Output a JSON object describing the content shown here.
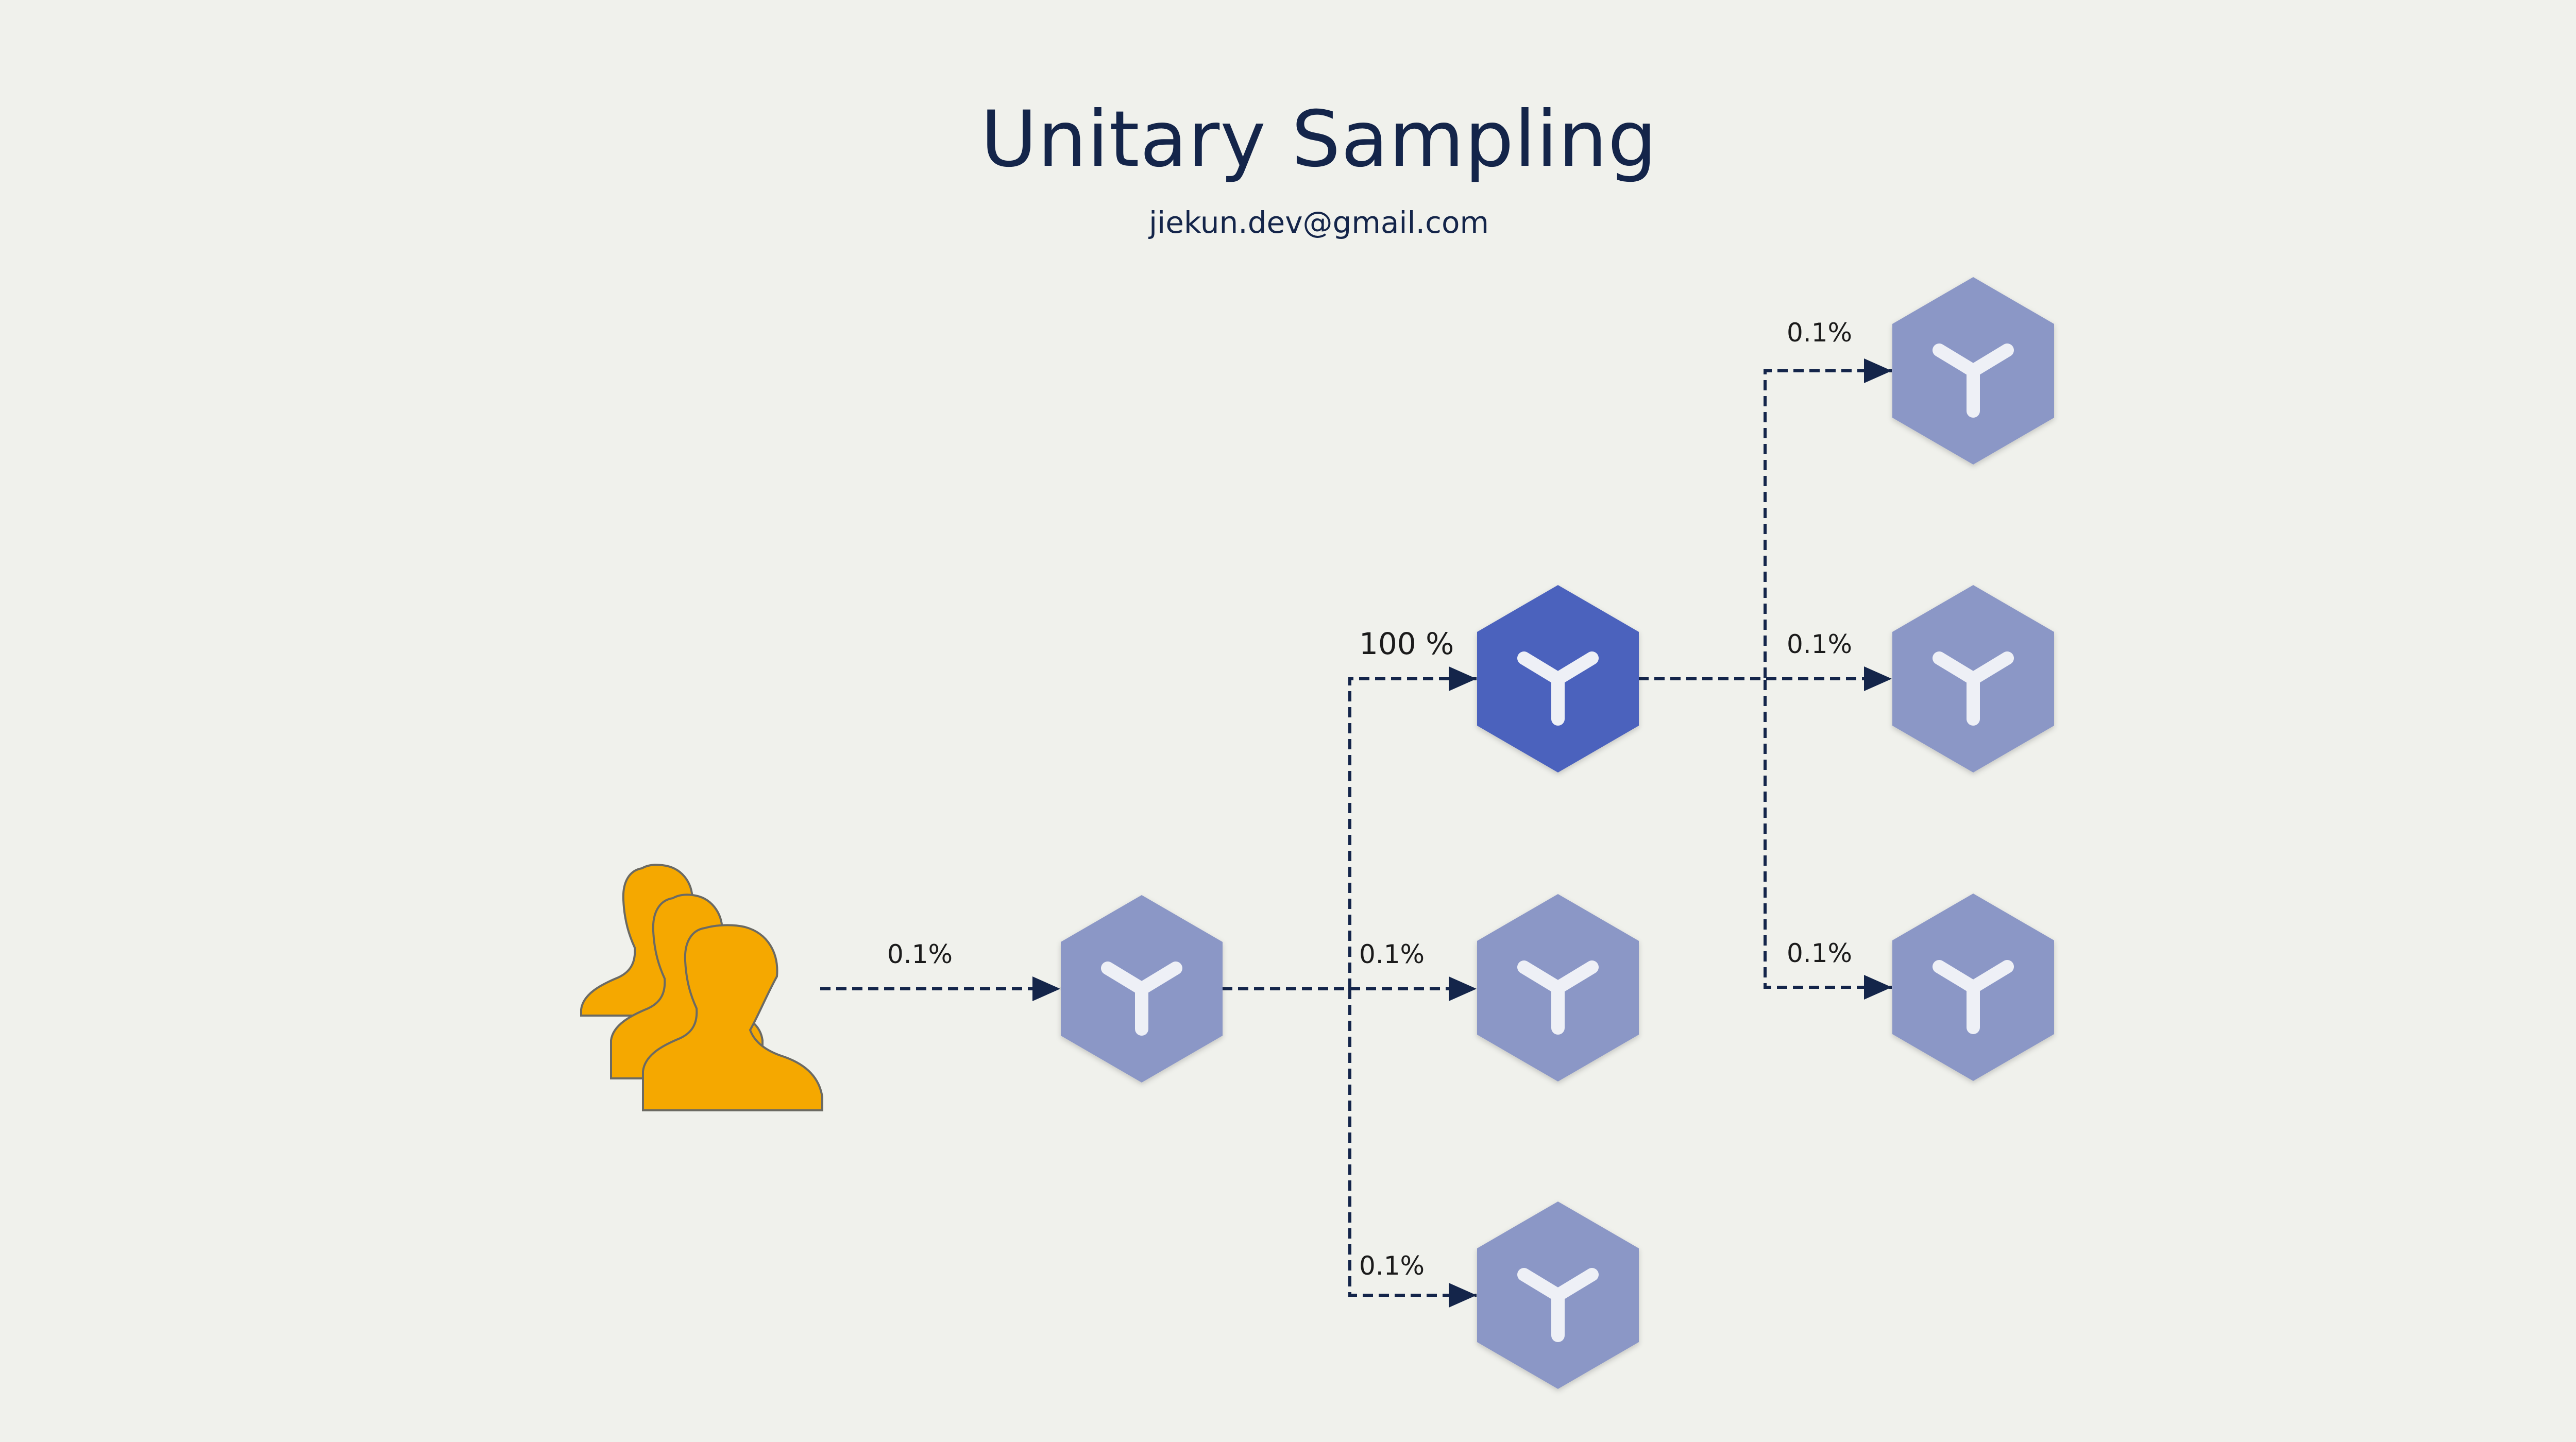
{
  "header": {
    "title": "Unitary Sampling",
    "subtitle": "jiekun.dev@gmail.com"
  },
  "colors": {
    "background": "#f0f1ec",
    "text": "#14254a",
    "edge": "#14254a",
    "node": "#8b97c6",
    "node_active": "#4c62bd",
    "node_icon": "#eef0f6",
    "users": "#f5a800",
    "users_outline": "#6b6a63"
  },
  "icons": {
    "source": "users-group-icon",
    "service": "service-hexagon-icon"
  },
  "diagram": {
    "source": "users",
    "nodes": [
      {
        "id": "service-entry",
        "active": false
      },
      {
        "id": "service-2a",
        "active": true
      },
      {
        "id": "service-2b",
        "active": false
      },
      {
        "id": "service-2c",
        "active": false
      },
      {
        "id": "service-3a",
        "active": false
      },
      {
        "id": "service-3b",
        "active": false
      },
      {
        "id": "service-3c",
        "active": false
      }
    ],
    "edges": [
      {
        "from": "users",
        "to": "service-entry",
        "label": "0.1%"
      },
      {
        "from": "service-entry",
        "to": "service-2a",
        "label": "100 %"
      },
      {
        "from": "service-entry",
        "to": "service-2b",
        "label": "0.1%"
      },
      {
        "from": "service-entry",
        "to": "service-2c",
        "label": "0.1%"
      },
      {
        "from": "service-2a",
        "to": "service-3a",
        "label": "0.1%"
      },
      {
        "from": "service-2a",
        "to": "service-3b",
        "label": "0.1%"
      },
      {
        "from": "service-2a",
        "to": "service-3c",
        "label": "0.1%"
      }
    ]
  }
}
